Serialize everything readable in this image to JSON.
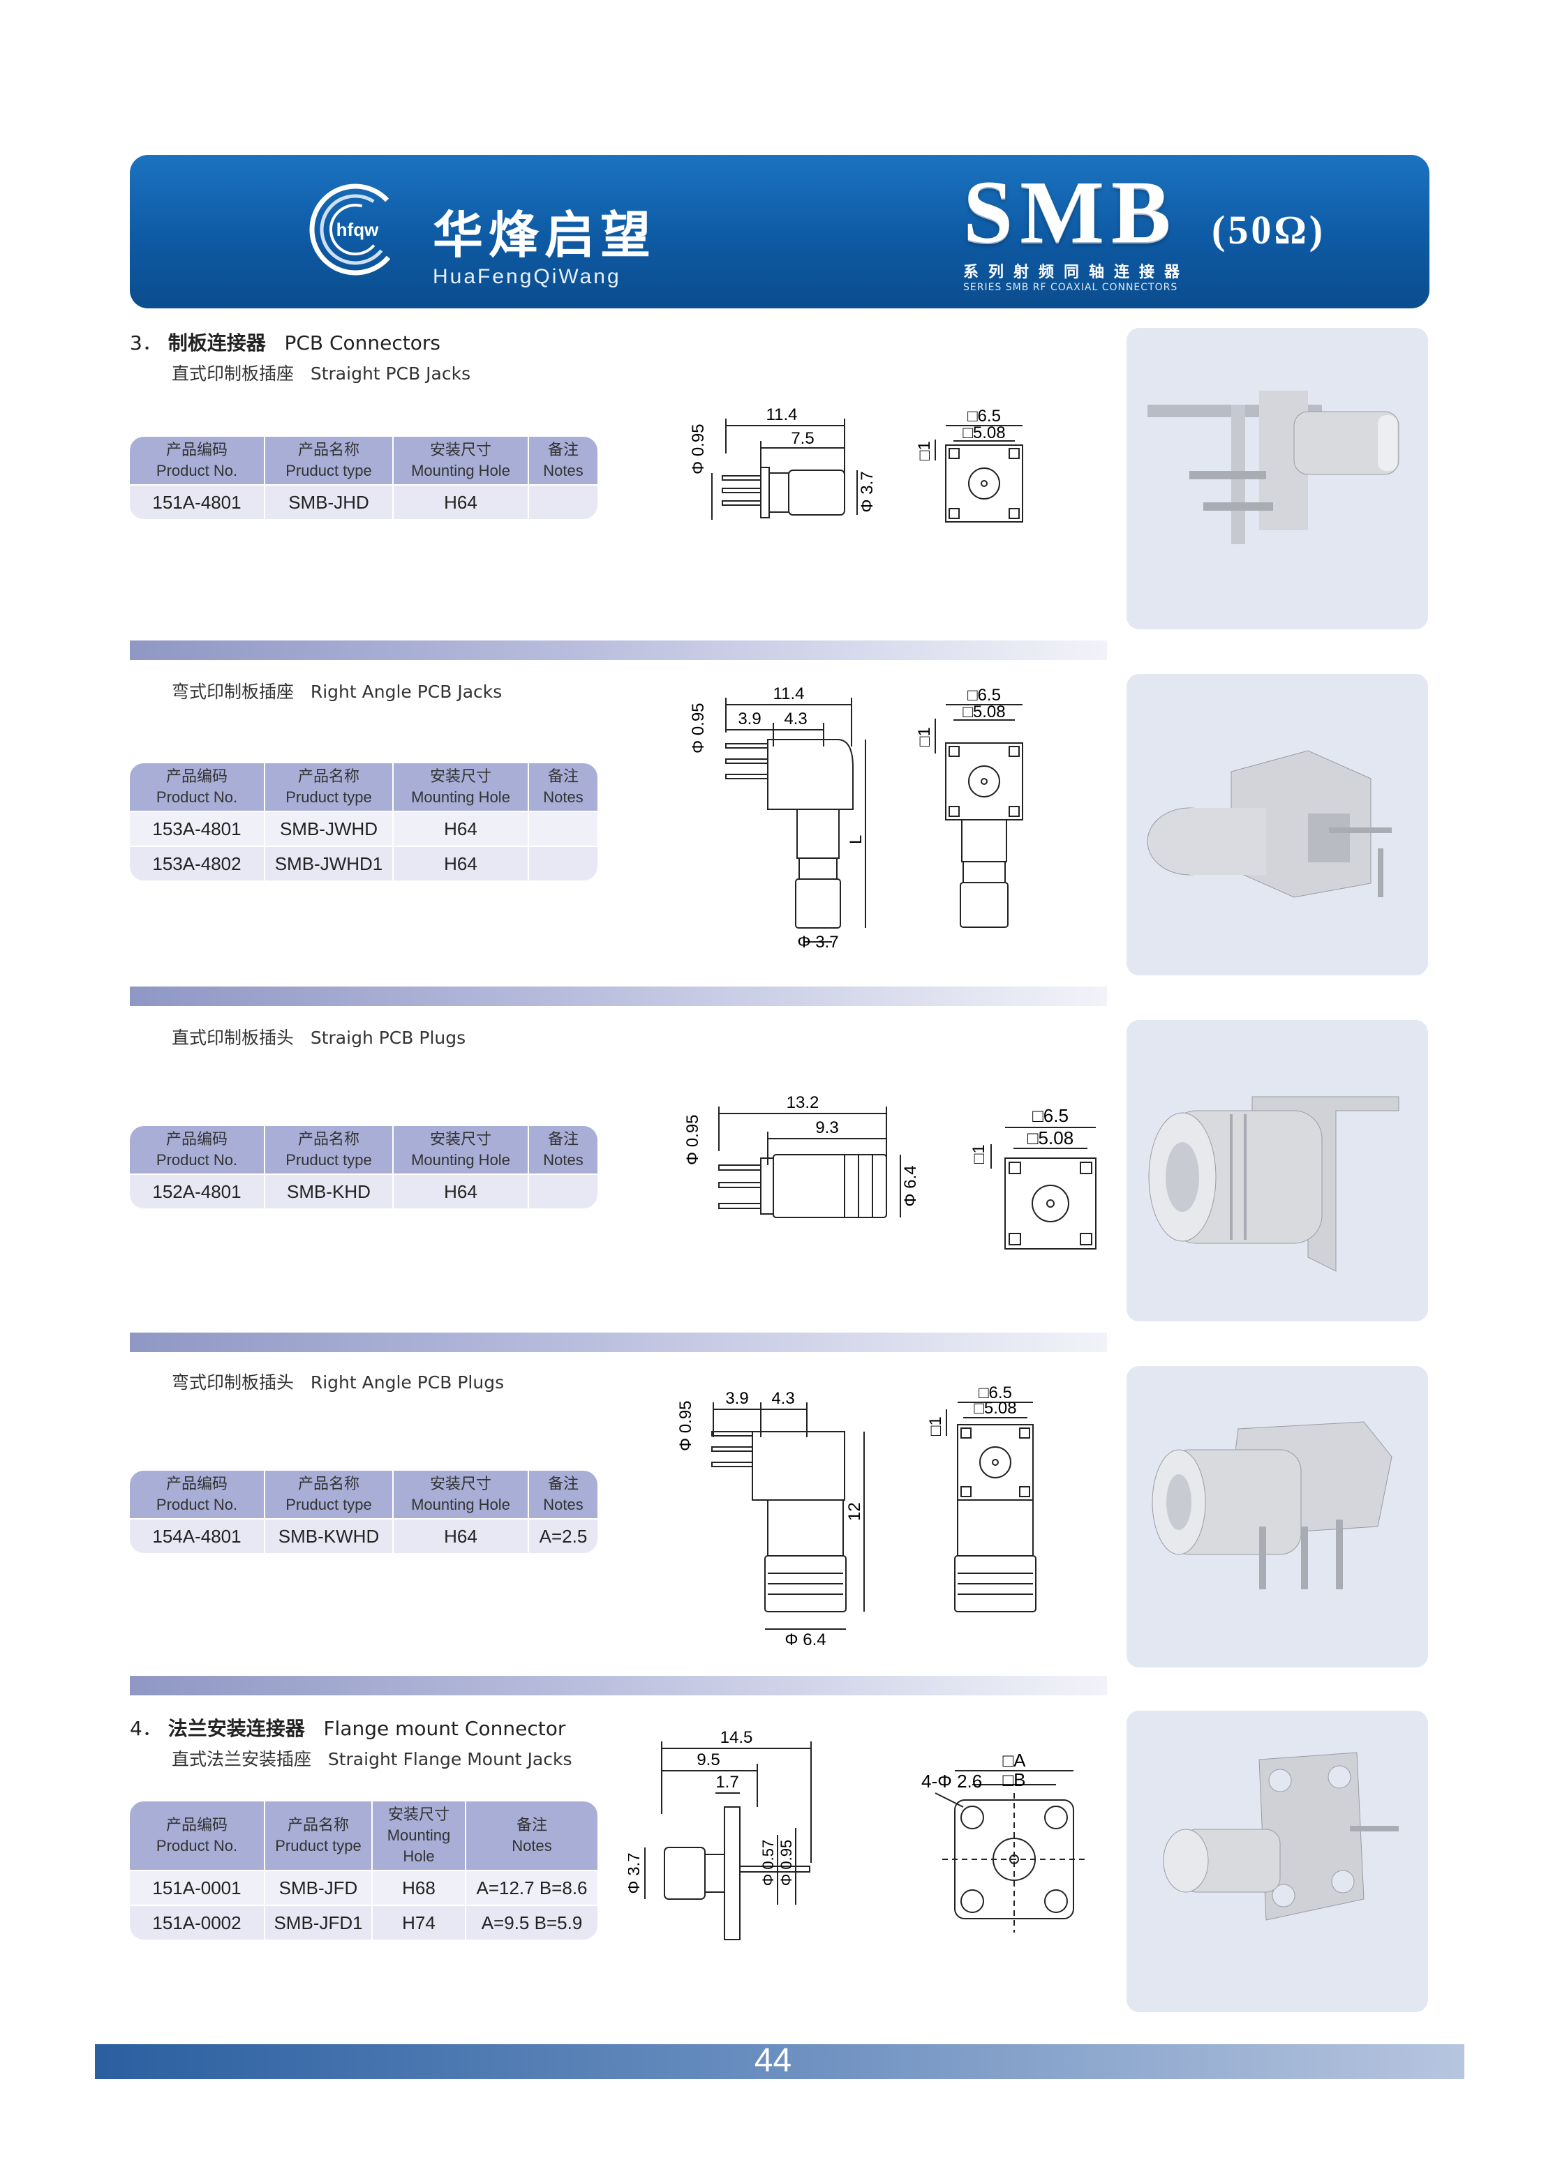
{
  "header": {
    "brand_cn": "华烽启望",
    "brand_en": "HuaFengQiWang",
    "logo_text": "hfqw",
    "series_title": "SMB",
    "impedance": "(50Ω)",
    "series_cn": "系列射频同轴连接器",
    "series_en": "SERIES SMB RF COAXIAL CONNECTORS"
  },
  "table_headers": {
    "no_cn": "产品编码",
    "no_en": "Product No.",
    "type_cn": "产品名称",
    "type_en": "Pruduct type",
    "hole_cn": "安装尺寸",
    "hole_en": "Mounting Hole",
    "notes_cn": "备注",
    "notes_en": "Notes"
  },
  "sections": [
    {
      "number": "3．",
      "title_cn": "制板连接器",
      "title_en": "PCB Connectors",
      "subtitle_cn": "直式印制板插座",
      "subtitle_en": "Straight PCB Jacks",
      "rows": [
        {
          "no": "151A-4801",
          "type": "SMB-JHD",
          "hole": "H64",
          "notes": ""
        }
      ],
      "dims": {
        "d1": "11.4",
        "d2": "7.5",
        "d3": "Φ 0.95",
        "d4": "Φ 3.7",
        "d5": "□6.5",
        "d6": "□5.08",
        "d7": "□1"
      }
    },
    {
      "subtitle_cn": "弯式印制板插座",
      "subtitle_en": "Right Angle PCB Jacks",
      "rows": [
        {
          "no": "153A-4801",
          "type": "SMB-JWHD",
          "hole": "H64",
          "notes": ""
        },
        {
          "no": "153A-4802",
          "type": "SMB-JWHD1",
          "hole": "H64",
          "notes": ""
        }
      ],
      "dims": {
        "d1": "11.4",
        "d2": "3.9",
        "d3": "4.3",
        "d4": "Φ 0.95",
        "d5": "Φ 3.7",
        "d6": "L",
        "d7": "□6.5",
        "d8": "□5.08",
        "d9": "□1"
      }
    },
    {
      "subtitle_cn": "直式印制板插头",
      "subtitle_en": "Straigh PCB Plugs",
      "rows": [
        {
          "no": "152A-4801",
          "type": "SMB-KHD",
          "hole": "H64",
          "notes": ""
        }
      ],
      "dims": {
        "d1": "13.2",
        "d2": "9.3",
        "d3": "Φ 0.95",
        "d4": "Φ 6.4",
        "d5": "□6.5",
        "d6": "□5.08",
        "d7": "□1"
      }
    },
    {
      "subtitle_cn": "弯式印制板插头",
      "subtitle_en": "Right Angle PCB Plugs",
      "rows": [
        {
          "no": "154A-4801",
          "type": "SMB-KWHD",
          "hole": "H64",
          "notes": "A=2.5"
        }
      ],
      "dims": {
        "d1": "3.9",
        "d2": "4.3",
        "d3": "Φ 0.95",
        "d4": "12",
        "d5": "Φ 6.4",
        "d6": "□6.5",
        "d7": "□5.08",
        "d8": "□1"
      }
    },
    {
      "number": "4．",
      "title_cn": "法兰安装连接器",
      "title_en": "Flange mount Connector",
      "subtitle_cn": "直式法兰安装插座",
      "subtitle_en": "Straight Flange Mount Jacks",
      "rows": [
        {
          "no": "151A-0001",
          "type": "SMB-JFD",
          "hole": "H68",
          "notes": "A=12.7 B=8.6"
        },
        {
          "no": "151A-0002",
          "type": "SMB-JFD1",
          "hole": "H74",
          "notes": "A=9.5 B=5.9"
        }
      ],
      "dims": {
        "d1": "14.5",
        "d2": "9.5",
        "d3": "1.7",
        "d4": "Φ 3.7",
        "d5": "Φ 0.57",
        "d6": "Φ 0.95",
        "d7": "4-Φ 2.6",
        "d8": "□A",
        "d9": "□B"
      }
    }
  ],
  "page_number": "44",
  "colors": {
    "banner": "#0e5aa4",
    "table_header": "#a9aed6",
    "table_row": "#e7e8f4",
    "photo_bg": "#e3e7f2",
    "footer": "#2a5fa0"
  }
}
